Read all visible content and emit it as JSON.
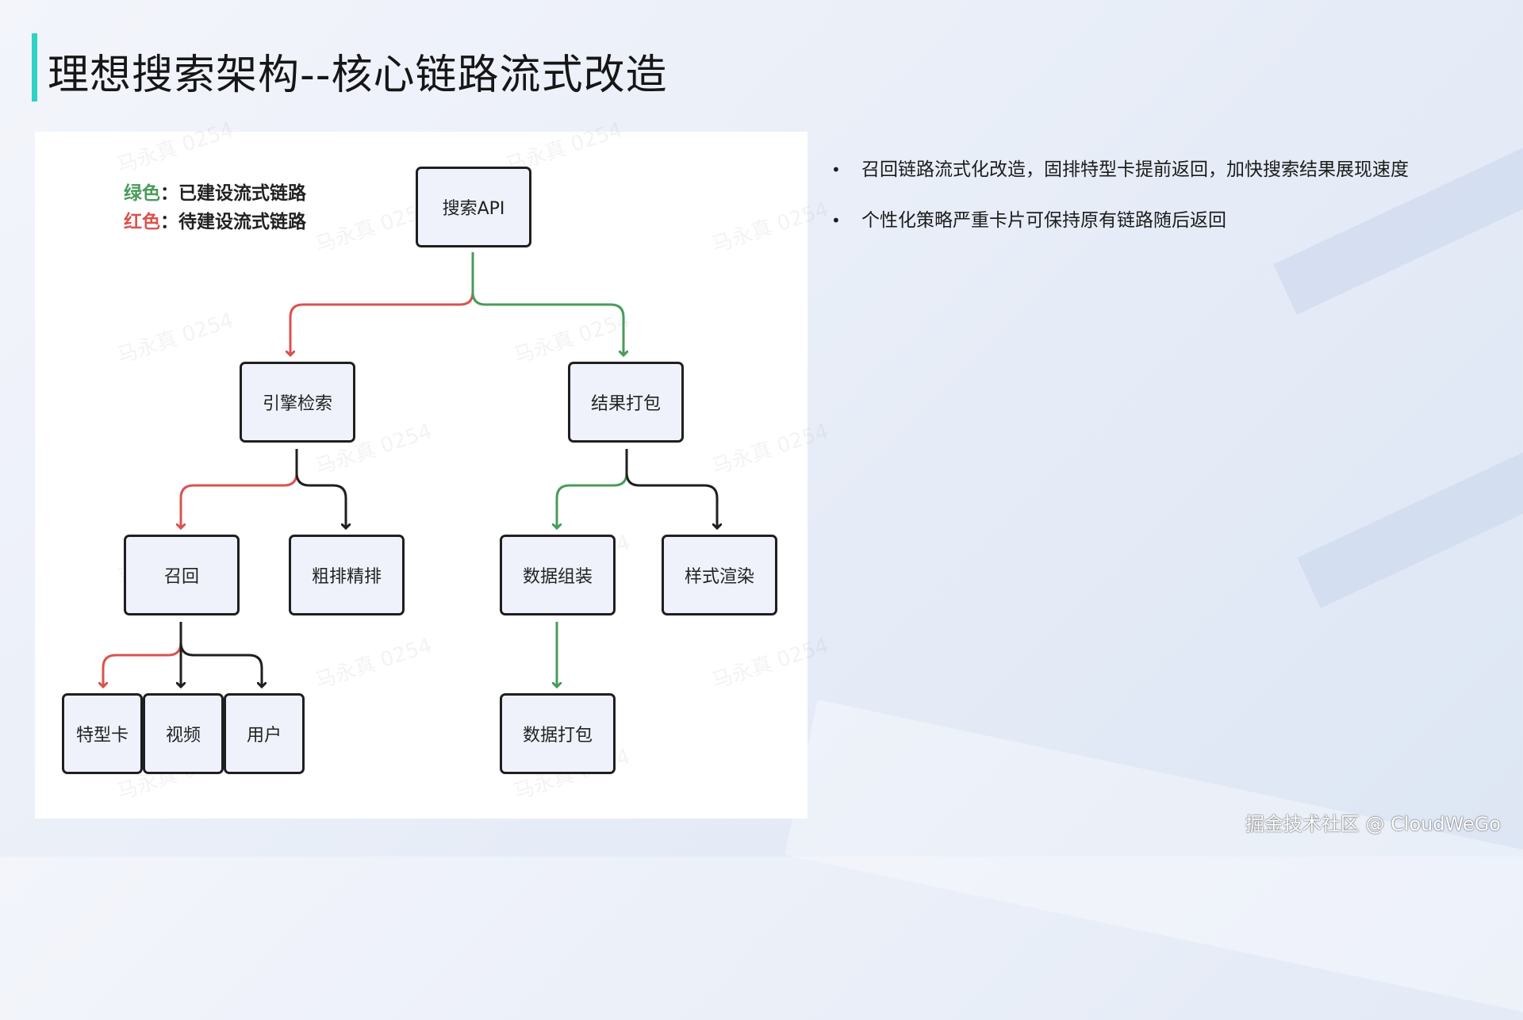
{
  "title": "理想搜索架构--核心链路流式改造",
  "legend": {
    "green_key": "绿色",
    "green_text": "：已建设流式链路",
    "red_key": "红色",
    "red_text": "：待建设流式链路"
  },
  "nodes": {
    "search_api": "搜索API",
    "engine_retrieval": "引擎检索",
    "result_packing": "结果打包",
    "recall": "召回",
    "rough_fine_rank": "粗排精排",
    "data_assembly": "数据组装",
    "style_render": "样式渲染",
    "special_card": "特型卡",
    "video": "视频",
    "user": "用户",
    "data_packing": "数据打包"
  },
  "colors": {
    "green": "#4a9b5a",
    "red": "#d9534f",
    "black": "#1f1f1f",
    "accent": "#2ed3c6"
  },
  "bullets": [
    "召回链路流式化改造，固排特型卡提前返回，加快搜索结果展现速度",
    "个性化策略严重卡片可保持原有链路随后返回"
  ],
  "footer": "掘金技术社区 @ CloudWeGo"
}
